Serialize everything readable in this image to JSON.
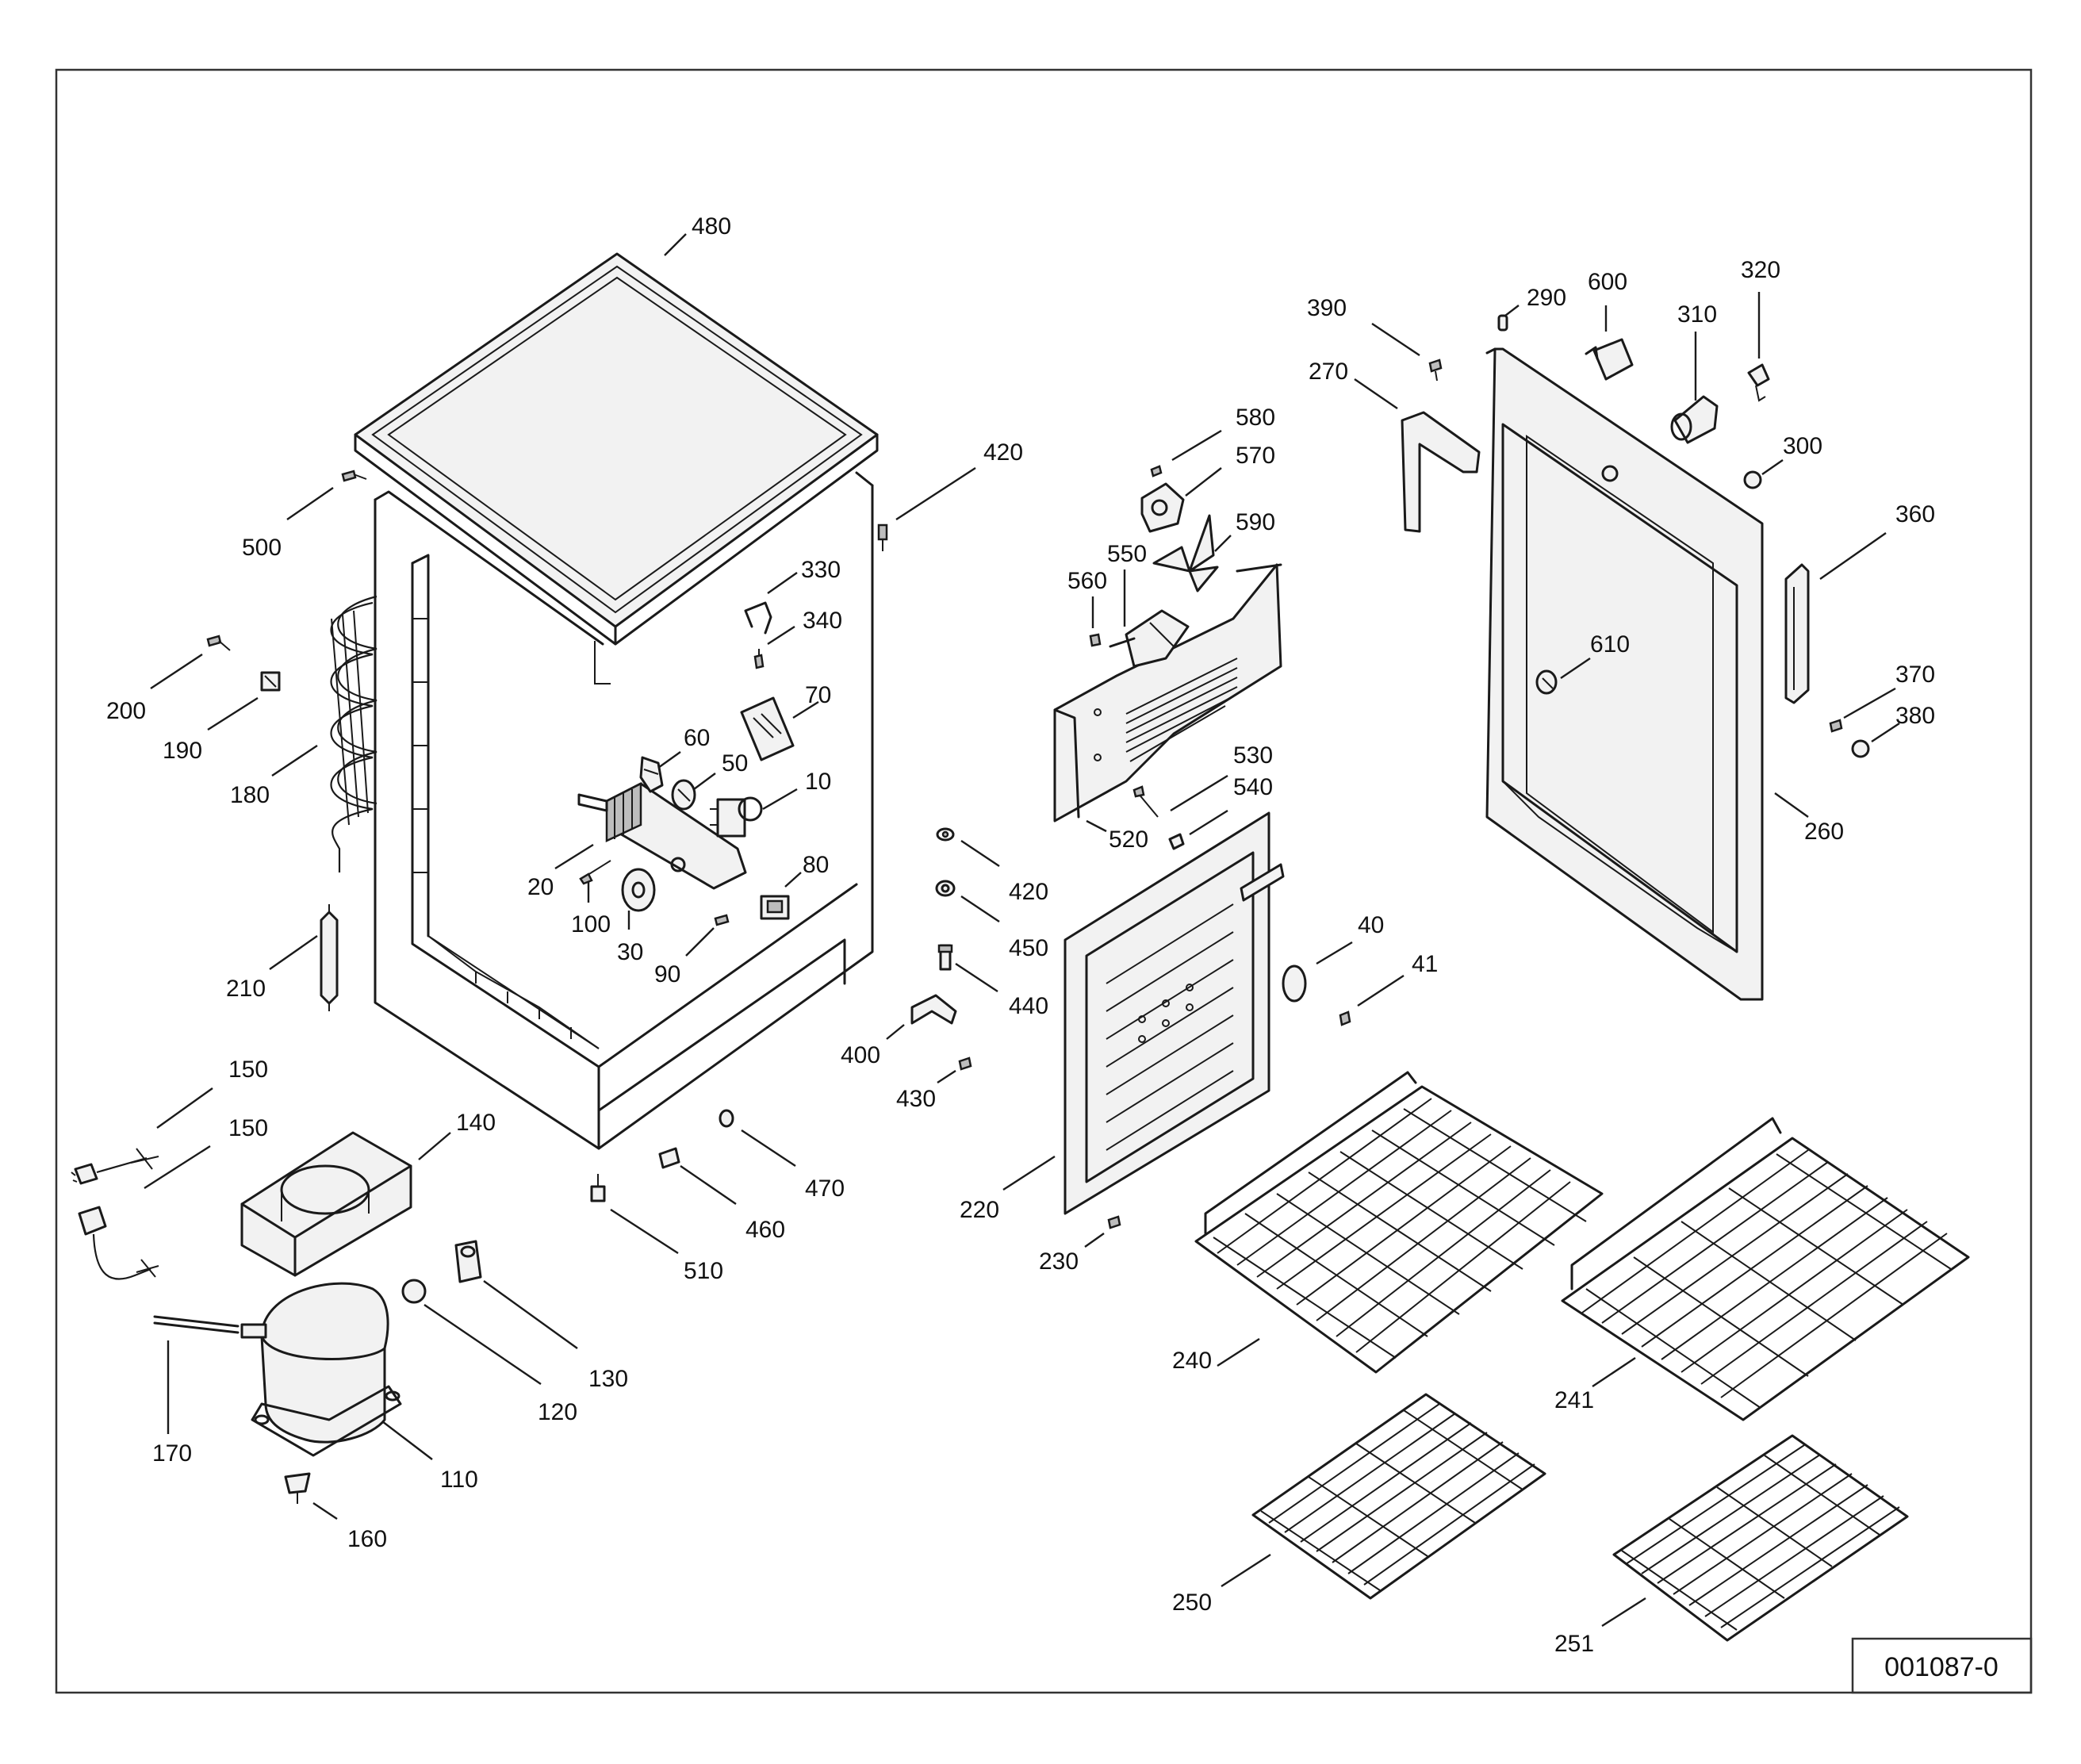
{
  "diagram": {
    "drawing_number": "001087-0",
    "part_labels": [
      "480",
      "500",
      "200",
      "190",
      "180",
      "210",
      "150",
      "150",
      "140",
      "170",
      "110",
      "160",
      "120",
      "130",
      "420",
      "330",
      "340",
      "70",
      "60",
      "50",
      "10",
      "20",
      "100",
      "30",
      "90",
      "80",
      "470",
      "460",
      "510",
      "580",
      "570",
      "590",
      "550",
      "560",
      "530",
      "540",
      "520",
      "420",
      "450",
      "440",
      "400",
      "430",
      "220",
      "230",
      "40",
      "41",
      "390",
      "290",
      "600",
      "310",
      "320",
      "270",
      "300",
      "360",
      "610",
      "370",
      "380",
      "260",
      "240",
      "241",
      "250",
      "251"
    ]
  }
}
